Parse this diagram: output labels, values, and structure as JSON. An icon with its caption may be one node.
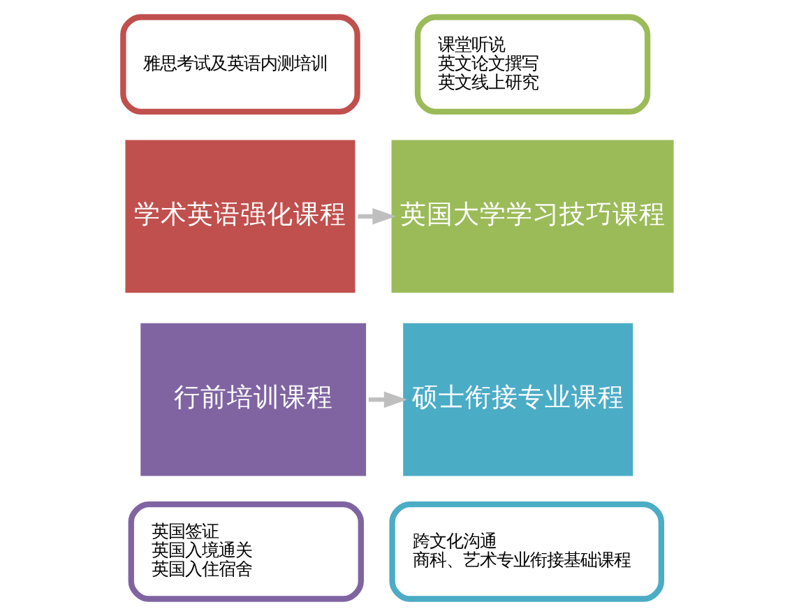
{
  "diagram": {
    "nodes": [
      {
        "text": [
          "雅思考试及英语内测培训"
        ]
      },
      {
        "text": [
          "课堂听说",
          "英文论文撰写",
          "英文线上研究"
        ]
      },
      {
        "text": [
          "学术英语强化课程"
        ]
      },
      {
        "text": [
          "英国大学学习技巧课程"
        ]
      },
      {
        "text": [
          "硕士衔接专业课程"
        ]
      },
      {
        "text": [
          "行前培训课程"
        ]
      },
      {
        "text": [
          "跨文化沟通",
          "商科、艺术专业衔接基础课程"
        ]
      },
      {
        "text": [
          "英国签证",
          "英国入境通关",
          "英国入住宿舍"
        ]
      }
    ],
    "edges": [
      {
        "from": 2,
        "to": 3,
        "arrow": "to"
      },
      {
        "from": 5,
        "to": 4,
        "arrow": "to"
      }
    ]
  }
}
